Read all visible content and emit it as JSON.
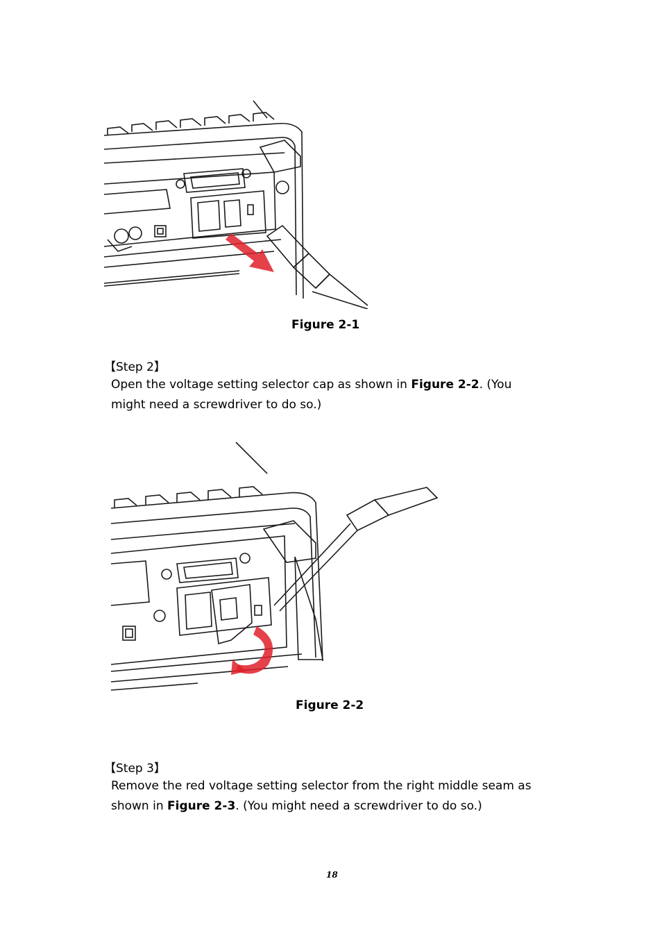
{
  "figure1": {
    "caption": "Figure 2-1"
  },
  "step2": {
    "heading": "【Step 2】",
    "line1_pre": "Open the voltage setting selector cap as shown in ",
    "line1_ref": "Figure 2-2",
    "line1_post": ". (You",
    "line2": "might need a screwdriver to do so.)"
  },
  "figure2": {
    "caption": "Figure 2-2"
  },
  "step3": {
    "heading": "【Step 3】",
    "line1": "Remove the red voltage setting selector from the right middle seam as",
    "line2_pre": "shown in ",
    "line2_ref": "Figure 2-3",
    "line2_post": ". (You might need a screwdriver to do so.)"
  },
  "page_number": "18",
  "colors": {
    "arrow_red": "#e0202a",
    "line": "#1a1a1a"
  }
}
